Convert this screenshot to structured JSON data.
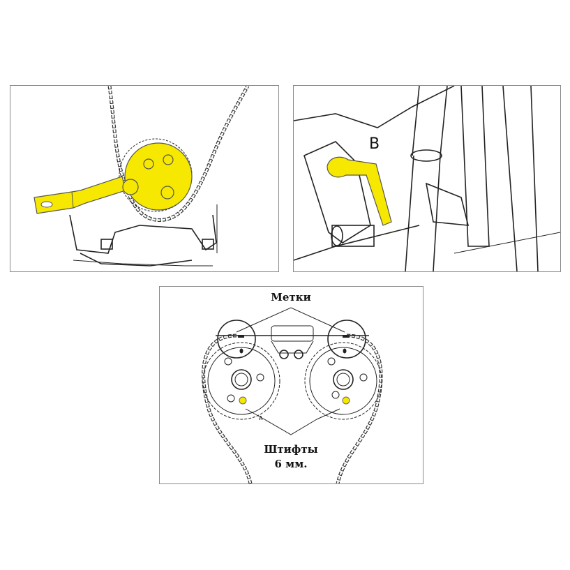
{
  "panels": {
    "top_left": {
      "description_hidden": null
    },
    "top_right": {
      "label_b": "B"
    },
    "bottom": {
      "title": "Метки",
      "label_a": "A",
      "pins_line1": "Штифты",
      "pins_line2": "6 мм."
    }
  },
  "colors": {
    "highlight": "#f6e800",
    "line": "#222222",
    "border": "#8a8a8a"
  }
}
